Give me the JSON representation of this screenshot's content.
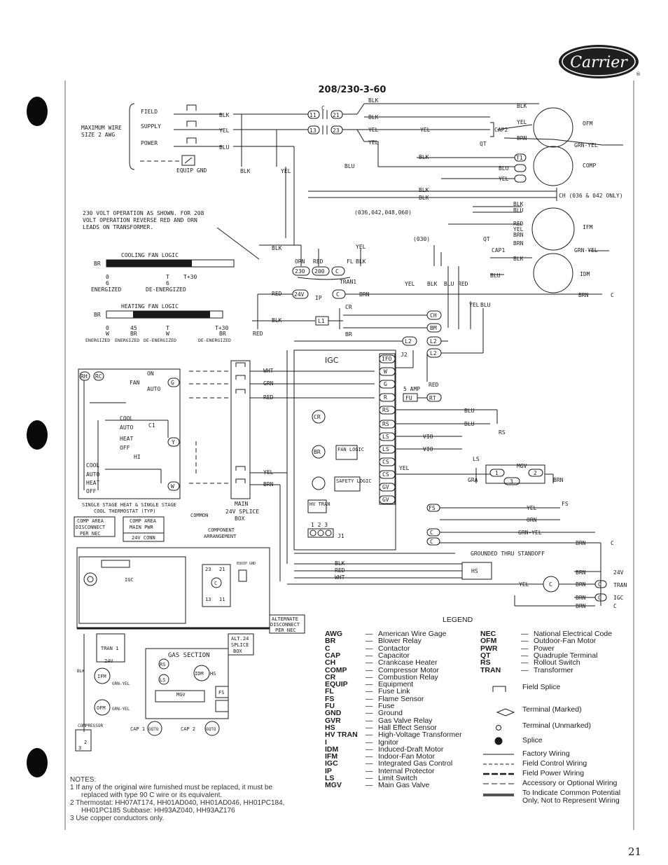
{
  "header": {
    "brand": "Carrier",
    "registered": "®",
    "title": "208/230-3-60",
    "page_number": "21"
  },
  "supply": {
    "field": "FIELD",
    "supply": "SUPPLY",
    "power": "POWER",
    "max_wire": "MAXIMUM WIRE",
    "size": "SIZE 2 AWG",
    "equip_gnd": "EQUIP GND",
    "c_label": "C"
  },
  "wires": {
    "blk": "BLK",
    "yel": "YEL",
    "blu": "BLU",
    "red": "RED",
    "brn": "BRN",
    "orn": "ORN",
    "grn": "GRN",
    "wht": "WHT",
    "vio": "VIO",
    "gra": "GRA",
    "grn_yel": "GRN-YEL"
  },
  "terminals": {
    "t11": "11",
    "t21": "21",
    "t13": "13",
    "t23": "23",
    "t230": "230",
    "t200": "200",
    "t24v": "24V",
    "c": "C",
    "t1": "1",
    "t2": "2",
    "t3": "3",
    "t1_1": "T1"
  },
  "labels": {
    "ofm": "OFM",
    "comp": "COMP",
    "ifm": "IFM",
    "idm": "IDM",
    "cap2": "CAP2",
    "cap1": "CAP1",
    "qt": "QT",
    "fl": "FL",
    "ch_note": "CH (036 & 042 ONLY)",
    "models_a": "(036,042,048,060)",
    "models_b": "(030)",
    "tran1": "TRAN1",
    "ip": "IP",
    "cr": "CR",
    "br": "BR",
    "l1": "L1",
    "l2": "L2",
    "ch": "CH",
    "bm": "BM",
    "igc": "IGC",
    "j1": "J1",
    "j2": "J2",
    "ifo": "IFO",
    "w": "W",
    "g": "G",
    "r": "R",
    "fu": "FU",
    "rt": "RT",
    "rs": "RS",
    "ls": "LS",
    "cs": "CS",
    "gv": "GV",
    "fs": "FS",
    "five_amp": "5 AMP",
    "fan_logic": "FAN LOGIC",
    "safety_logic": "SAFETY LOGIC",
    "hv_tran": "HV TRAN",
    "mgv": "MGV",
    "hs": "HS",
    "grounded": "GROUNDED THRU STANDOFF",
    "voltage_note_1": "230 VOLT OPERATION AS SHOWN. FOR 208",
    "voltage_note_2": "VOLT OPERATION REVERSE RED AND ORN",
    "voltage_note_3": "LEADS ON TRANSFORMER.",
    "cooling_fan_logic": "COOLING FAN LOGIC",
    "heating_fan_logic": "HEATING FAN LOGIC",
    "t": "T",
    "t30": "T+30",
    "zero": "0",
    "six": "6",
    "fortyfive": "45",
    "energized": "ENERGIZED",
    "de_energized": "DE-ENERGIZED",
    "tstat_rh": "RH",
    "tstat_rc": "RC",
    "on": "ON",
    "auto": "AUTO",
    "fan": "FAN",
    "cool": "COOL",
    "heat": "HEAT",
    "off": "OFF",
    "hi": "HI",
    "y": "Y",
    "c1": "C1",
    "tstat_caption_1": "SINGLE STAGE HEAT & SINGLE STAGE",
    "tstat_caption_2": "COOL THERMOSTAT (TYP)",
    "main_splice_1": "MAIN",
    "main_splice_2": "24V SPLICE",
    "main_splice_3": "BOX",
    "common": "COMMON",
    "component_1": "COMPONENT",
    "component_2": "ARRANGEMENT",
    "comp_area_1": "COMP AREA",
    "comp_area_2": "DISCONNECT",
    "comp_area_3": "PER NEC",
    "comp_main_1": "COMP AREA",
    "comp_main_2": "MAIN PWR",
    "comp_main_3": "24V CONN",
    "alternate_1": "ALTERNATE",
    "alternate_2": "DISCONNECT",
    "alternate_3": "PER NEC",
    "alt_splice_1": "ALT.24",
    "alt_splice_2": "SPLICE",
    "alt_splice_3": "BOX",
    "gas_section": "GAS SECTION",
    "tran_1": "TRAN 1",
    "equip_gnd_small": "EQUIP GND",
    "compressor": "COMPRESSOR",
    "cap1_small": "CAP 1",
    "cap2_small": "CAP 2",
    "oqto": "OQTO",
    "igc_small": "IGC",
    "v24_tran": "24V",
    "tran": "TRAN"
  },
  "legend": {
    "title": "LEGEND",
    "col1": [
      {
        "abbr": "AWG",
        "desc": "American Wire Gage"
      },
      {
        "abbr": "BR",
        "desc": "Blower Relay"
      },
      {
        "abbr": "C",
        "desc": "Contactor"
      },
      {
        "abbr": "CAP",
        "desc": "Capacitor"
      },
      {
        "abbr": "CH",
        "desc": "Crankcase Heater"
      },
      {
        "abbr": "COMP",
        "desc": "Compressor Motor"
      },
      {
        "abbr": "CR",
        "desc": "Combustion Relay"
      },
      {
        "abbr": "EQUIP",
        "desc": "Equipment"
      },
      {
        "abbr": "FL",
        "desc": "Fuse Link"
      },
      {
        "abbr": "FS",
        "desc": "Flame Sensor"
      },
      {
        "abbr": "FU",
        "desc": "Fuse"
      },
      {
        "abbr": "GND",
        "desc": "Ground"
      },
      {
        "abbr": "GVR",
        "desc": "Gas Valve Relay"
      },
      {
        "abbr": "HS",
        "desc": "Hall Effect Sensor"
      },
      {
        "abbr": "HV TRAN",
        "desc": "High-Voltage Transformer"
      },
      {
        "abbr": "I",
        "desc": "Ignitor"
      },
      {
        "abbr": "IDM",
        "desc": "Induced-Draft Motor"
      },
      {
        "abbr": "IFM",
        "desc": "Indoor-Fan Motor"
      },
      {
        "abbr": "IGC",
        "desc": "Integrated Gas Control"
      },
      {
        "abbr": "IP",
        "desc": "Internal Protector"
      },
      {
        "abbr": "LS",
        "desc": "Limit Switch"
      },
      {
        "abbr": "MGV",
        "desc": "Main Gas Valve"
      }
    ],
    "col2": [
      {
        "abbr": "NEC",
        "desc": "National Electrical Code"
      },
      {
        "abbr": "OFM",
        "desc": "Outdoor-Fan Motor"
      },
      {
        "abbr": "PWR",
        "desc": "Power"
      },
      {
        "abbr": "QT",
        "desc": "Quadruple Terminal"
      },
      {
        "abbr": "RS",
        "desc": "Rollout Switch"
      },
      {
        "abbr": "TRAN",
        "desc": "Transformer"
      }
    ],
    "symbols": [
      "Field Splice",
      "Terminal (Marked)",
      "Terminal (Unmarked)",
      "Splice",
      "Factory Wiring",
      "Field Control Wiring",
      "Field Power Wiring",
      "Accessory or Optional Wiring",
      "To Indicate Common Potential",
      "Only, Not to Represent Wiring"
    ]
  },
  "notes": {
    "title": "NOTES:",
    "n1a": "1  If any of the original wire furnished must be replaced, it must be",
    "n1b": "replaced with type 90 C wire or its equivalent.",
    "n2a": "2  Thermostat: HH07AT174, HH01AD040, HH01AD046, HH01PC184,",
    "n2b": "HH01PC185 Subbase: HH93AZ040, HH93AZ176",
    "n3": "3  Use copper conductors only."
  },
  "colors": {
    "ink": "#1a1a1a",
    "paper": "#ffffff",
    "logo": "#1f1f1f"
  }
}
